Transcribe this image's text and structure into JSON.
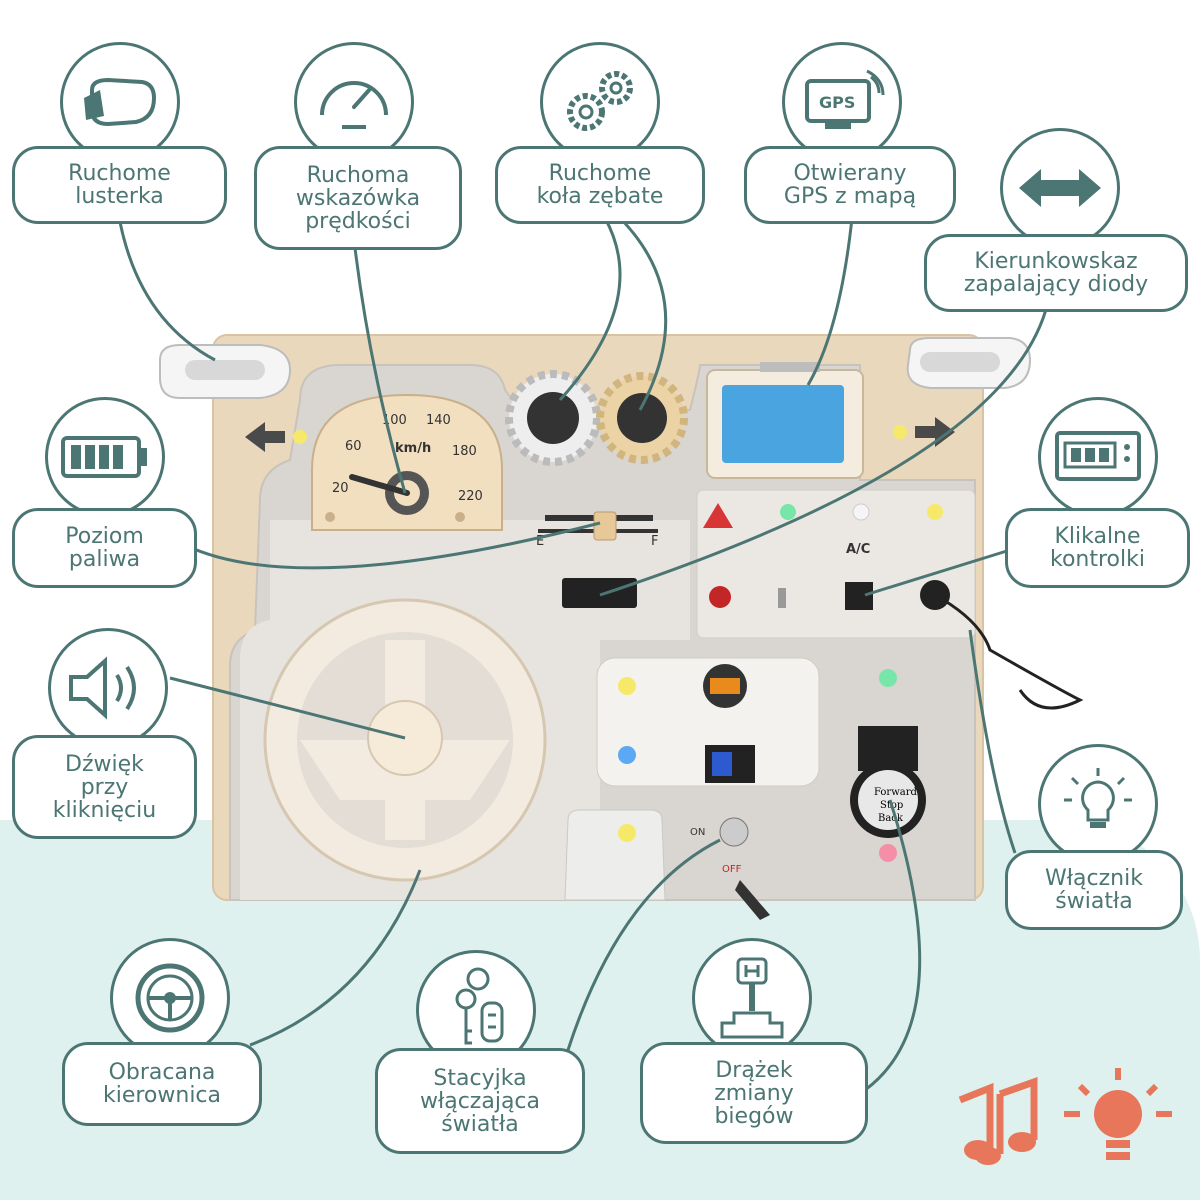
{
  "features": [
    {
      "id": "mirrors",
      "label": "Ruchome\nlusterka",
      "icon": "side-mirror-icon"
    },
    {
      "id": "speed",
      "label": "Ruchoma\nwskazówka\nprędkości",
      "icon": "speedometer-icon"
    },
    {
      "id": "gears",
      "label": "Ruchome\nkoła zębate",
      "icon": "gears-icon"
    },
    {
      "id": "gps",
      "label": "Otwierany\nGPS z mapą",
      "icon": "gps-screen-icon",
      "icon_text": "GPS"
    },
    {
      "id": "indicator",
      "label": "Kierunkowskaz\nzapalający diody",
      "icon": "double-arrow-icon"
    },
    {
      "id": "fuel",
      "label": "Poziom\npaliwa",
      "icon": "battery-icon"
    },
    {
      "id": "controls",
      "label": "Klikalne\nkontrolki",
      "icon": "control-panel-icon"
    },
    {
      "id": "sound",
      "label": "Dźwięk\nprzy\nkliknięciu",
      "icon": "speaker-icon"
    },
    {
      "id": "light",
      "label": "Włącznik\nświatła",
      "icon": "light-bulb-icon"
    },
    {
      "id": "wheel",
      "label": "Obracana\nkierownica",
      "icon": "steering-wheel-icon"
    },
    {
      "id": "ignition",
      "label": "Stacyjka\nwłączająca\nświatła",
      "icon": "car-keys-icon"
    },
    {
      "id": "shifter",
      "label": "Drążek\nzmiany\nbiegów",
      "icon": "gear-shifter-icon"
    }
  ],
  "board": {
    "speedometer": {
      "unit": "km/h",
      "ticks": [
        "20",
        "60",
        "100",
        "140",
        "180",
        "220"
      ]
    },
    "fuel_gauge": {
      "empty": "E",
      "full": "F",
      "level": 0.6
    },
    "climate_label": "A/C",
    "gearshift_label": [
      "Forward",
      "Stop",
      "Back"
    ],
    "ignition": {
      "on": "ON",
      "off": "OFF"
    }
  },
  "colors": {
    "accent": "#4c7673",
    "background_blob": "#dff1ef",
    "badge": "#e8765a"
  },
  "badges": [
    {
      "id": "music",
      "icon": "music-notes-icon"
    },
    {
      "id": "light",
      "icon": "light-bulb-icon"
    }
  ]
}
